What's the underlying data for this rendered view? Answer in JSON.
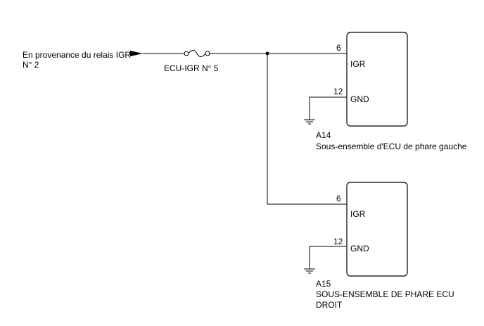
{
  "source": {
    "line1": "En provenance du relais IGR",
    "line2": "N° 2"
  },
  "fuse": {
    "label": "ECU-IGR N° 5"
  },
  "components": [
    {
      "id": "A14",
      "name_lines": [
        "Sous-ensemble d'ECU de phare gauche"
      ],
      "pins": [
        {
          "number": "6",
          "name": "IGR"
        },
        {
          "number": "12",
          "name": "GND"
        }
      ]
    },
    {
      "id": "A15",
      "name_lines": [
        "SOUS-ENSEMBLE DE PHARE ECU",
        "DROIT"
      ],
      "pins": [
        {
          "number": "6",
          "name": "IGR"
        },
        {
          "number": "12",
          "name": "GND"
        }
      ]
    }
  ]
}
